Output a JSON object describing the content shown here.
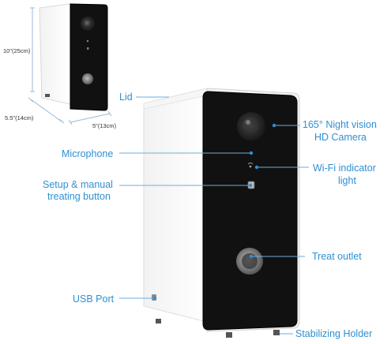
{
  "product_image": {
    "dimensions": {
      "height": "10\"(25cm)",
      "depth": "5.5\"(14cm)",
      "width": "5\"(13cm)"
    },
    "callouts": {
      "lid": "Lid",
      "microphone": "Microphone",
      "setup_line1": "Setup & manual",
      "setup_line2": "treating button",
      "usb_port": "USB Port",
      "camera_line1": "165° Night vision",
      "camera_line2": "HD Camera",
      "wifi_line1": "Wi-Fi indicator",
      "wifi_line2": "light",
      "treat_outlet": "Treat outlet",
      "stabilizing_holder": "Stabilizing Holder"
    },
    "colors": {
      "accent": "#2e8fd3",
      "device_front": "#111111",
      "device_body": "#ffffff"
    }
  }
}
